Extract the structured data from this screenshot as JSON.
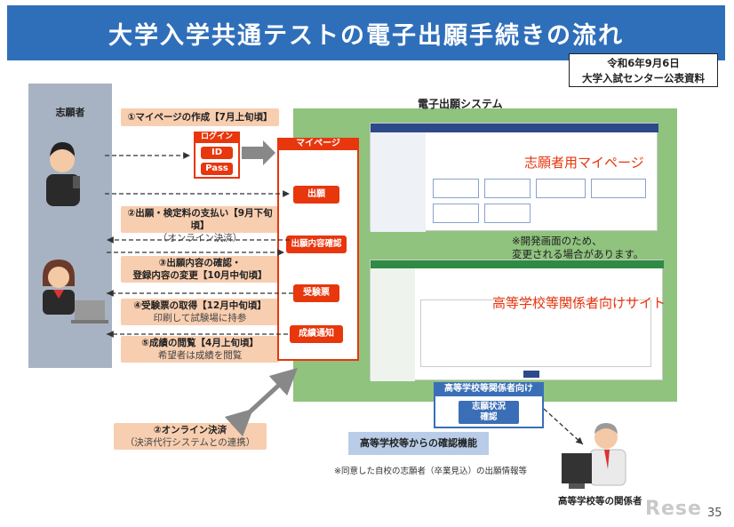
{
  "title": "大学入学共通テストの電子出願手続きの流れ",
  "source_note": {
    "line1": "令和6年9月6日",
    "line2": "大学入試センター公表資料"
  },
  "applicant_label": "志願者",
  "system_label": "電子出願システム",
  "steps": {
    "s1": {
      "main": "①マイページの作成【7月上旬頃】"
    },
    "s2": {
      "main": "②出願・検定料の支払い【9月下旬頃】",
      "sub": "（オンライン決済）"
    },
    "s3": {
      "main": "③出願内容の確認・",
      "main2": "登録内容の変更【10月中旬頃】"
    },
    "s4": {
      "main": "④受験票の取得【12月中旬頃】",
      "sub": "印刷して試験場に持参"
    },
    "s5": {
      "main": "⑤成績の閲覧【4月上旬頃】",
      "sub": "希望者は成績を閲覧"
    },
    "s2b": {
      "main": "②オンライン決済",
      "sub": "（決済代行システムとの連携）"
    }
  },
  "login": {
    "header": "ログイン",
    "id": "ID",
    "pass": "Pass"
  },
  "mypage": {
    "header": "マイページ",
    "buttons": [
      "出願",
      "出願内容確認",
      "受験票",
      "成績通知"
    ]
  },
  "screen_labels": {
    "applicant_mypage": "志願者用マイページ",
    "dev_note_1": "※開発画面のため、",
    "dev_note_2": "変更される場合があります。",
    "school_site": "高等学校等関係者向けサイト"
  },
  "highschool": {
    "header": "高等学校等関係者向け",
    "button_line1": "志願状況",
    "button_line2": "確認",
    "function_label": "高等学校等からの確認機能",
    "footnote": "※同意した自校の志願者（卒業見込）の出願情報等",
    "person_label": "高等学校等の関係者"
  },
  "page_number": "35",
  "watermark": "Rese",
  "icons": [
    "student-boy-icon",
    "student-girl-icon",
    "teacher-icon",
    "laptop-icon"
  ],
  "colors": {
    "title_bg": "#2f6fba",
    "accent_red": "#e8360d",
    "system_green": "#8fc37e",
    "step_bg": "#f8ceb0",
    "hs_blue": "#3a6fb7"
  }
}
